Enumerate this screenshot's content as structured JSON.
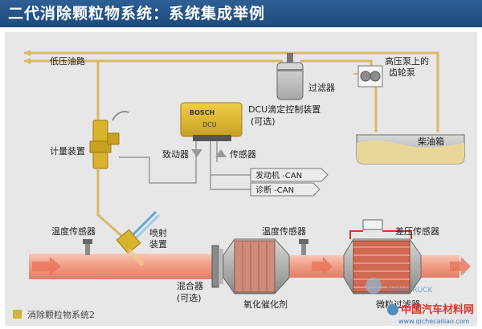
{
  "title": "二代消除颗粒物系统：系统集成举例",
  "labels": {
    "low_pressure_line": "低压油路",
    "filter": "过滤器",
    "pump_line1": "高压泵上的",
    "pump_line2": "齿轮泵",
    "dcu_line1": "DCU滴定控制装置",
    "dcu_line2": "(可选)",
    "fuel_tank": "柴油箱",
    "metering_unit": "计量装置",
    "actuator": "致动器",
    "sensor": "传感器",
    "engine_can": "发动机 -CAN",
    "diag_can": "诊断 -CAN",
    "temp_sensor_left": "温度传感器",
    "injector_line1": "喷射",
    "injector_line2": "装置",
    "temp_sensor_mid": "温度传感器",
    "diff_pressure_sensor": "差压传感器",
    "mixer_line1": "混合器",
    "mixer_line2": "(可选)",
    "oxidation_catalyst": "氧化催化剂",
    "particulate_filter": "微粒过滤器",
    "ecu_brand": "BOSCH",
    "ecu_model": "DCU"
  },
  "footer": {
    "caption": "消除颗粒物系统2",
    "watermark_cn": "中国汽车材料网",
    "watermark_url": "www.qichecailiao.com",
    "watermark_brand": "CHINATRUCK"
  },
  "colors": {
    "title_bg": "#1f4a7c",
    "panel_bg": "#e7e7e7",
    "fuel_line": "#d8b868",
    "exhaust_pipe": "#f2a08a",
    "component_yellow": "#d9b32b",
    "caption_square": "#d1b43a",
    "watermark_red": "#d9362b"
  }
}
